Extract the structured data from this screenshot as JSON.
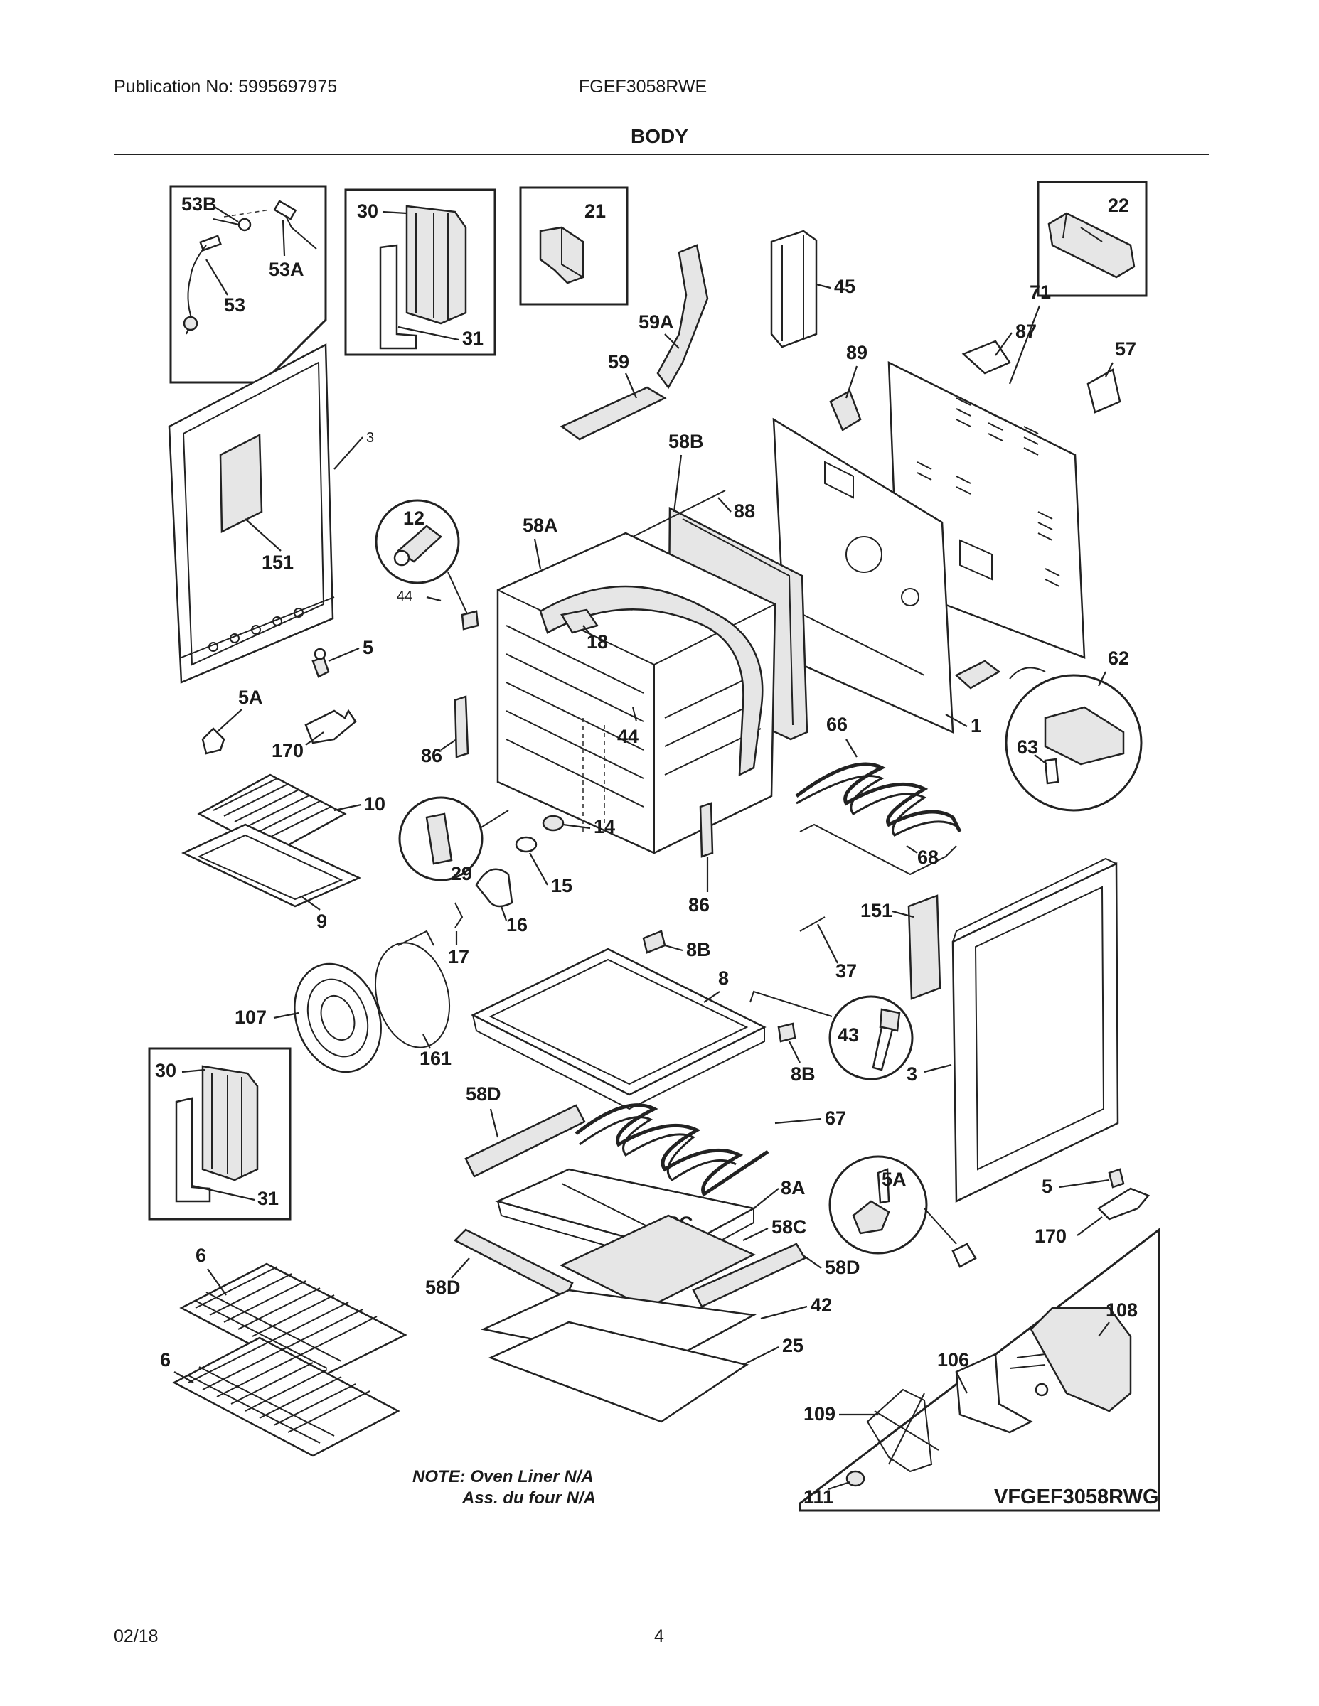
{
  "header": {
    "publication": "Publication No: 5995697975",
    "model": "FGEF3058RWE",
    "section_title": "BODY"
  },
  "footer": {
    "date": "02/18",
    "page": "4"
  },
  "note": {
    "line1": "NOTE: Oven Liner N/A",
    "line2": "Ass. du four N/A"
  },
  "variant_label": "VFGEF3058RWG",
  "labels": {
    "l53B": "53B",
    "l53A": "53A",
    "l53": "53",
    "l30a": "30",
    "l31a": "31",
    "l21": "21",
    "l22": "22",
    "l45": "45",
    "l59A": "59A",
    "l59": "59",
    "l87": "87",
    "l57": "57",
    "l89": "89",
    "l71": "71",
    "l3a": "3",
    "l58B": "58B",
    "l88": "88",
    "l12": "12",
    "l58A": "58A",
    "l151a": "151",
    "l44a": "44",
    "l18": "18",
    "l5a": "5",
    "l5Aa": "5A",
    "l170a": "170",
    "l86a": "86",
    "l44b": "44",
    "l62": "62",
    "l66": "66",
    "l1": "1",
    "l63": "63",
    "l10": "10",
    "l29": "29",
    "l14": "14",
    "l15": "15",
    "l9": "9",
    "l86b": "86",
    "l16": "16",
    "l68": "68",
    "l151b": "151",
    "l17": "17",
    "l8B1": "8B",
    "l37": "37",
    "l107": "107",
    "l8": "8",
    "l43": "43",
    "l161": "161",
    "l3b": "3",
    "l8B2": "8B",
    "l30b": "30",
    "l58D1": "58D",
    "l67": "67",
    "l31b": "31",
    "l5Ab": "5A",
    "l8A": "8A",
    "l5b": "5",
    "l8C": "8C",
    "l58C": "58C",
    "l170b": "170",
    "l6a": "6",
    "l58D2": "58D",
    "l58D3": "58D",
    "l108": "108",
    "l42": "42",
    "l6b": "6",
    "l25": "25",
    "l106": "106",
    "l109": "109",
    "l111": "111"
  }
}
